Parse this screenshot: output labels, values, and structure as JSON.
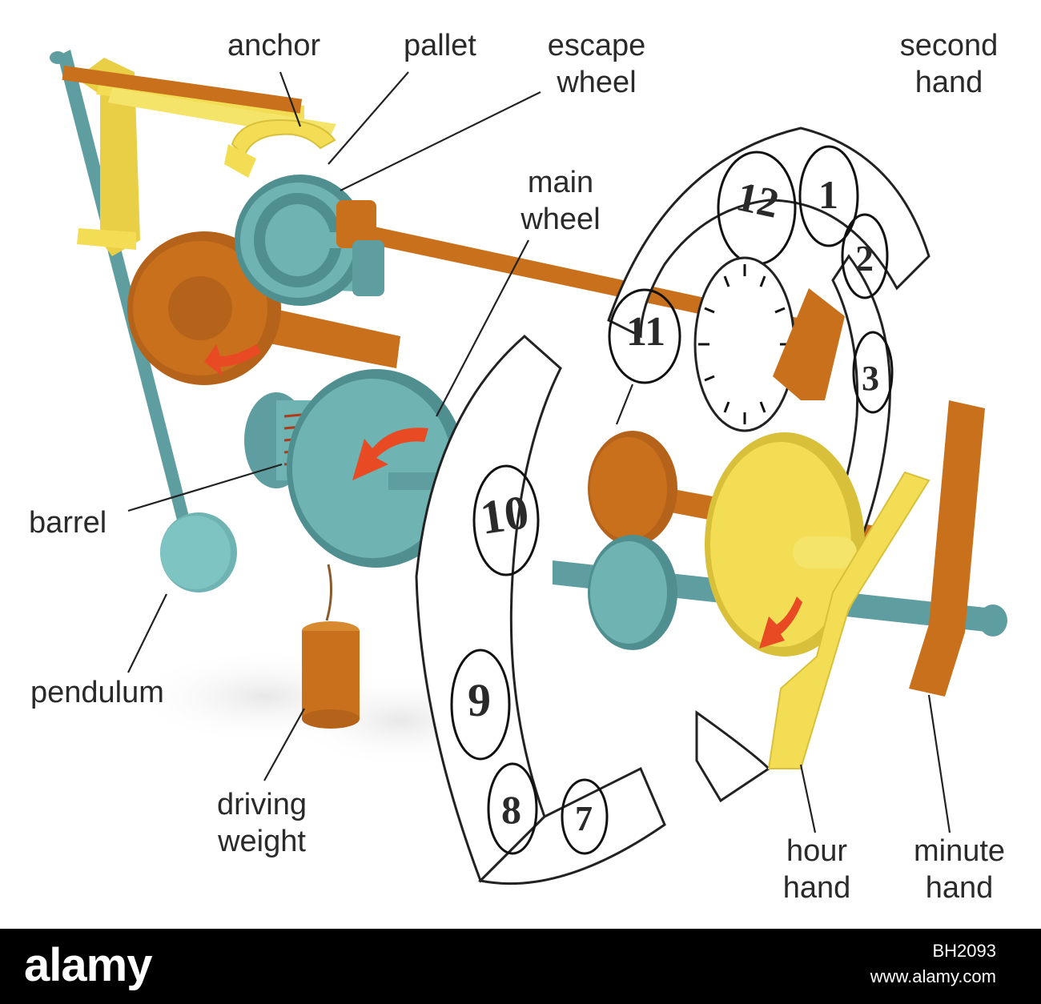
{
  "labels": {
    "anchor": "anchor",
    "pallet": "pallet",
    "escape_wheel": [
      "escape",
      "wheel"
    ],
    "second_hand": [
      "second",
      "hand"
    ],
    "main_wheel": [
      "main",
      "wheel"
    ],
    "barrel": "barrel",
    "pendulum": "pendulum",
    "driving_weight": [
      "driving",
      "weight"
    ],
    "hour_hand": [
      "hour",
      "hand"
    ],
    "minute_hand": [
      "minute",
      "hand"
    ]
  },
  "dial_numbers": {
    "n12": "12",
    "n1": "1",
    "n2": "2",
    "n3": "3",
    "n11": "11",
    "n10": "10",
    "n9": "9",
    "n8": "8",
    "n7": "7"
  },
  "footer": {
    "brand": "alamy",
    "image_id": "BH2093",
    "url": "www.alamy.com"
  },
  "colors": {
    "teal": "#5f9ea0",
    "orange": "#c8701c",
    "yellow": "#f2dd55",
    "arrow_red": "#e84a24",
    "footer_bg": "#000000"
  }
}
